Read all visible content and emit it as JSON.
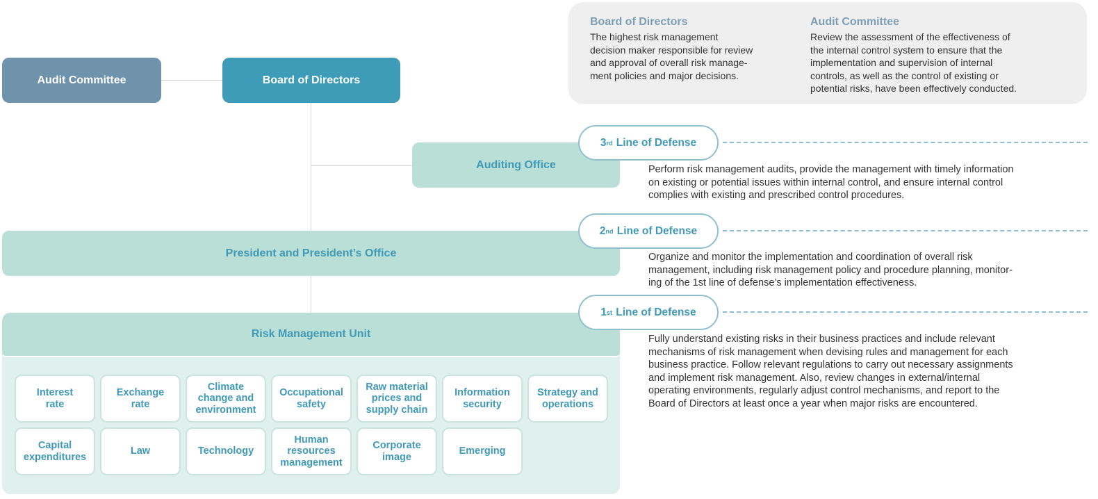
{
  "org": {
    "audit_committee": "Audit Committee",
    "board_of_directors": "Board of Directors",
    "auditing_office": "Auditing Office",
    "president_office": "President and President’s Office",
    "risk_management_unit": "Risk Management Unit"
  },
  "info": {
    "board": {
      "title": "Board of Directors",
      "lines": [
        "The highest risk management",
        "decision maker responsible for review",
        "and approval of overall risk manage-",
        "ment policies and major decisions."
      ]
    },
    "audit": {
      "title": "Audit Committee",
      "lines": [
        "Review the assessment of the effectiveness of",
        "the internal control system to ensure that the",
        "implementation and supervision of internal",
        "controls, as well as the control of existing or",
        "potential risks, have been effectively conducted."
      ]
    }
  },
  "defense": {
    "third": {
      "num": "3",
      "sup": "rd",
      "label": " Line of Defense",
      "lines": [
        "Perform risk management audits, provide the management with timely information",
        "on existing or potential issues within internal control, and ensure internal control",
        "complies with existing and prescribed control procedures."
      ]
    },
    "second": {
      "num": "2",
      "sup": "nd",
      "label": " Line of Defense",
      "lines": [
        "Organize and monitor the implementation and coordination of overall risk",
        "management, including risk management policy and procedure planning, monitor-",
        "ing of the 1st line of defense’s implementation effectiveness."
      ]
    },
    "first": {
      "num": "1",
      "sup": "st",
      "label": " Line of Defense",
      "lines": [
        "Fully understand existing risks in their business practices and include relevant",
        "mechanisms of risk management when devising rules and management for each",
        "business practice. Follow relevant regulations to carry out necessary assignments",
        "and implement risk management. Also, review changes in external/internal",
        "operating environments, regularly adjust control mechanisms, and report to the",
        "Board of Directors at least once a year when major risks are encountered."
      ]
    }
  },
  "risks": [
    {
      "name": "risk-interest-rate",
      "lines": [
        "Interest",
        "rate"
      ]
    },
    {
      "name": "risk-exchange-rate",
      "lines": [
        "Exchange",
        "rate"
      ]
    },
    {
      "name": "risk-climate",
      "lines": [
        "Climate",
        "change and",
        "environment"
      ]
    },
    {
      "name": "risk-occupational-safety",
      "lines": [
        "Occupational",
        "safety"
      ]
    },
    {
      "name": "risk-raw-material",
      "lines": [
        "Raw material",
        "prices and",
        "supply chain"
      ]
    },
    {
      "name": "risk-information-security",
      "lines": [
        "Information",
        "security"
      ]
    },
    {
      "name": "risk-strategy",
      "lines": [
        "Strategy and",
        "operations"
      ]
    },
    {
      "name": "risk-capital-expenditures",
      "lines": [
        "Capital",
        "expenditures"
      ]
    },
    {
      "name": "risk-law",
      "lines": [
        "Law"
      ]
    },
    {
      "name": "risk-technology",
      "lines": [
        "Technology"
      ]
    },
    {
      "name": "risk-human-resources",
      "lines": [
        "Human",
        "resources",
        "management"
      ]
    },
    {
      "name": "risk-corporate-image",
      "lines": [
        "Corporate",
        "image"
      ]
    },
    {
      "name": "risk-emerging",
      "lines": [
        "Emerging"
      ]
    }
  ]
}
